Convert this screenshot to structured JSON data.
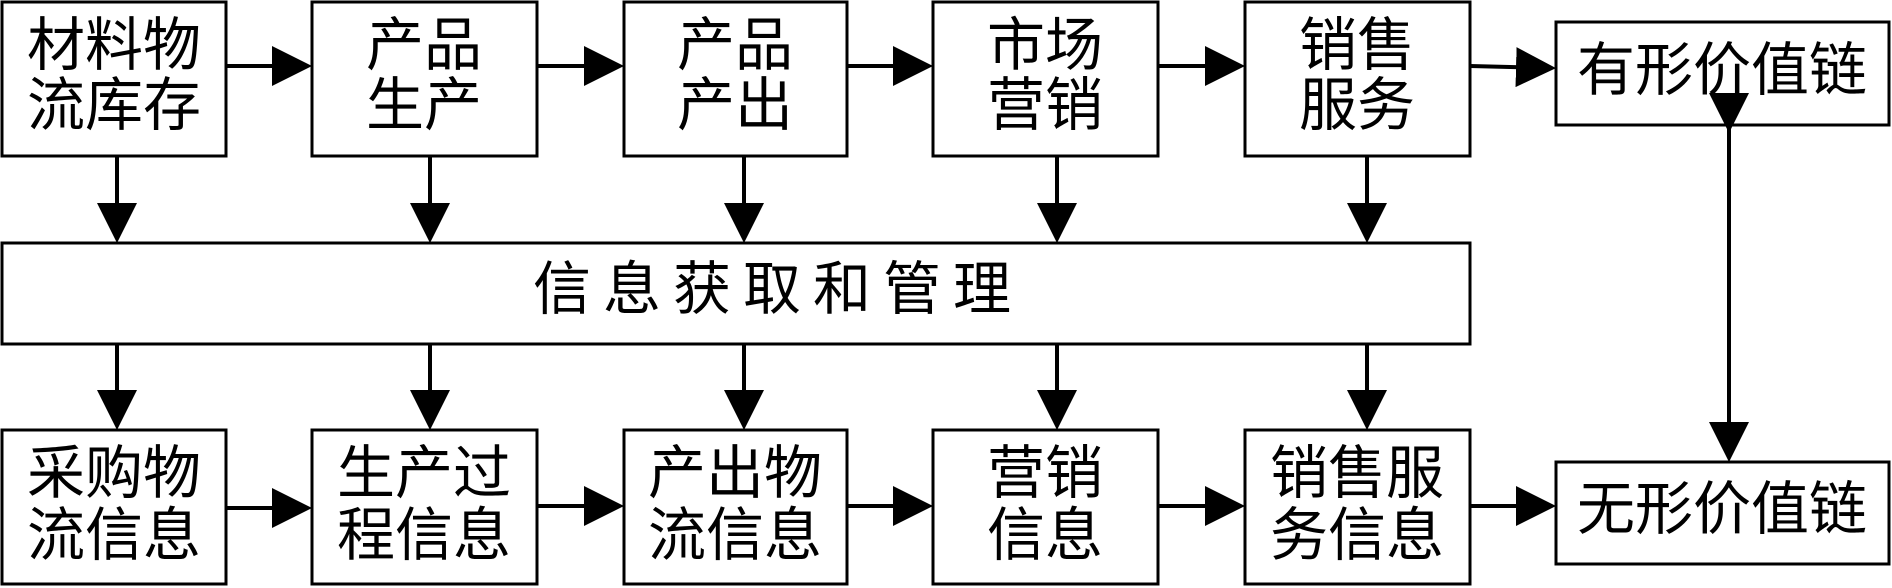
{
  "top_row": {
    "material_logistics": [
      "材料物",
      "流库存"
    ],
    "product_production": [
      "产品",
      "生产"
    ],
    "product_output": [
      "产品",
      "产出"
    ],
    "marketing": [
      "市场",
      "营销"
    ],
    "sales_service": [
      "销售",
      "服务"
    ]
  },
  "middle": {
    "info_management": "信息获取和管理"
  },
  "bottom_row": {
    "purchase_logistics_info": [
      "采购物",
      "流信息"
    ],
    "production_process_info": [
      "生产过",
      "程信息"
    ],
    "output_logistics_info": [
      "产出物",
      "流信息"
    ],
    "marketing_info": [
      "营销",
      "信息"
    ],
    "sales_service_info": [
      "销售服",
      "务信息"
    ]
  },
  "right": {
    "tangible_value_chain": "有形价值链",
    "intangible_value_chain": "无形价值链"
  }
}
